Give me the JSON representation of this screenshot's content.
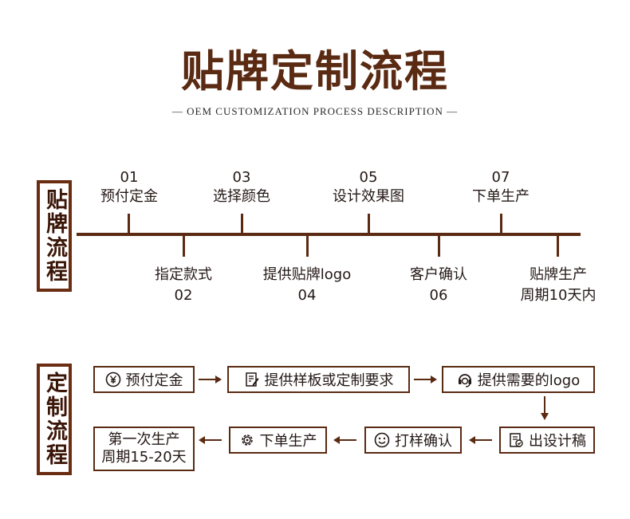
{
  "header": {
    "title": "贴牌定制流程",
    "subtitle": "— OEM CUSTOMIZATION PROCESS DESCRIPTION —"
  },
  "oem": {
    "label": "贴牌流程",
    "steps": [
      {
        "num": "01",
        "label": "预付定金"
      },
      {
        "num": "02",
        "label": "指定款式"
      },
      {
        "num": "03",
        "label": "选择颜色"
      },
      {
        "num": "04",
        "label": "提供贴牌logo"
      },
      {
        "num": "05",
        "label": "设计效果图"
      },
      {
        "num": "06",
        "label": "客户确认"
      },
      {
        "num": "07",
        "label": "下单生产"
      }
    ],
    "final_line1": "贴牌生产",
    "final_line2": "周期10天内"
  },
  "custom": {
    "label": "定制流程",
    "steps": [
      {
        "label": "预付定金",
        "icon": "yen-coin-icon"
      },
      {
        "label": "提供样板或定制要求",
        "icon": "document-edit-icon"
      },
      {
        "label": "提供需要的logo",
        "icon": "headset-icon"
      },
      {
        "label": "出设计稿",
        "icon": "checklist-icon"
      },
      {
        "label": "打样确认",
        "icon": "smile-icon"
      },
      {
        "label": "下单生产",
        "icon": "gear-icon"
      }
    ],
    "final_line1": "第一次生产",
    "final_line2": "周期15-20天"
  },
  "colors": {
    "brand": "#5a2a12",
    "text": "#231815"
  }
}
